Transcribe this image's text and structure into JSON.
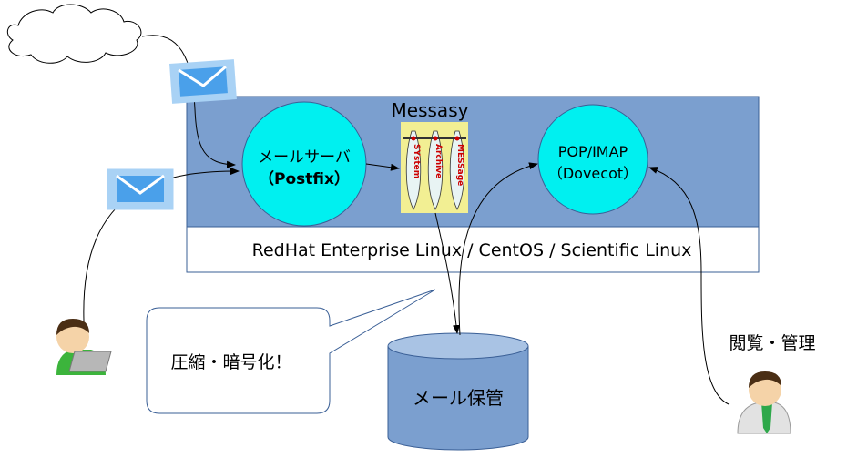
{
  "system_box": {
    "title": "Messasy",
    "os_label": "RedHat Enterprise Linux / CentOS / Scientific Linux",
    "fill_color": "#7b9fcf",
    "border_color": "#3a5f96"
  },
  "mail_server": {
    "line1": "メールサーバ",
    "line2": "（Postfix）"
  },
  "pop_imap": {
    "line1": "POP/IMAP",
    "line2": "（Dovecot）"
  },
  "messasy_logo": {
    "words": [
      "SYstem",
      "Archive",
      "MESSage"
    ],
    "bg_color": "#f2ef93"
  },
  "storage": {
    "label": "メール保管",
    "fill_color": "#7b9fcf"
  },
  "speech_bubble": {
    "text": "圧縮・暗号化！"
  },
  "viewer": {
    "label": "閲覧・管理"
  },
  "colors": {
    "circle_fill": "#00f0f0",
    "envelope_frame": "#a9d2f5",
    "envelope_fill": "#4aa0ea"
  }
}
